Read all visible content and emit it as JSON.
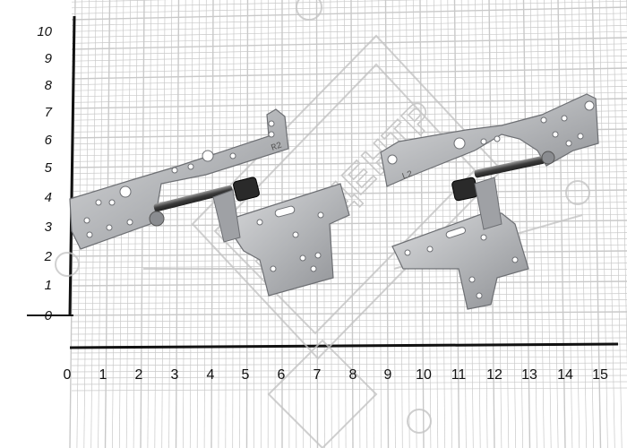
{
  "y_axis": {
    "ticks": [
      "0",
      "1",
      "2",
      "3",
      "4",
      "5",
      "6",
      "7",
      "8",
      "9",
      "10"
    ]
  },
  "x_axis": {
    "ticks": [
      "0",
      "1",
      "2",
      "3",
      "4",
      "5",
      "6",
      "7",
      "8",
      "9",
      "10",
      "11",
      "12",
      "13",
      "14",
      "15"
    ]
  },
  "hinge_left": {
    "stamp": "R2"
  },
  "hinge_right": {
    "stamp": "L2"
  },
  "watermark": "МАКЦЕНТР",
  "colors": {
    "grid": "#c9c9c9",
    "metal": "#b4b6b9",
    "metal_dark": "#7e8084",
    "shaft": "#3b3b3b",
    "watermark": "#bfbfbf"
  }
}
